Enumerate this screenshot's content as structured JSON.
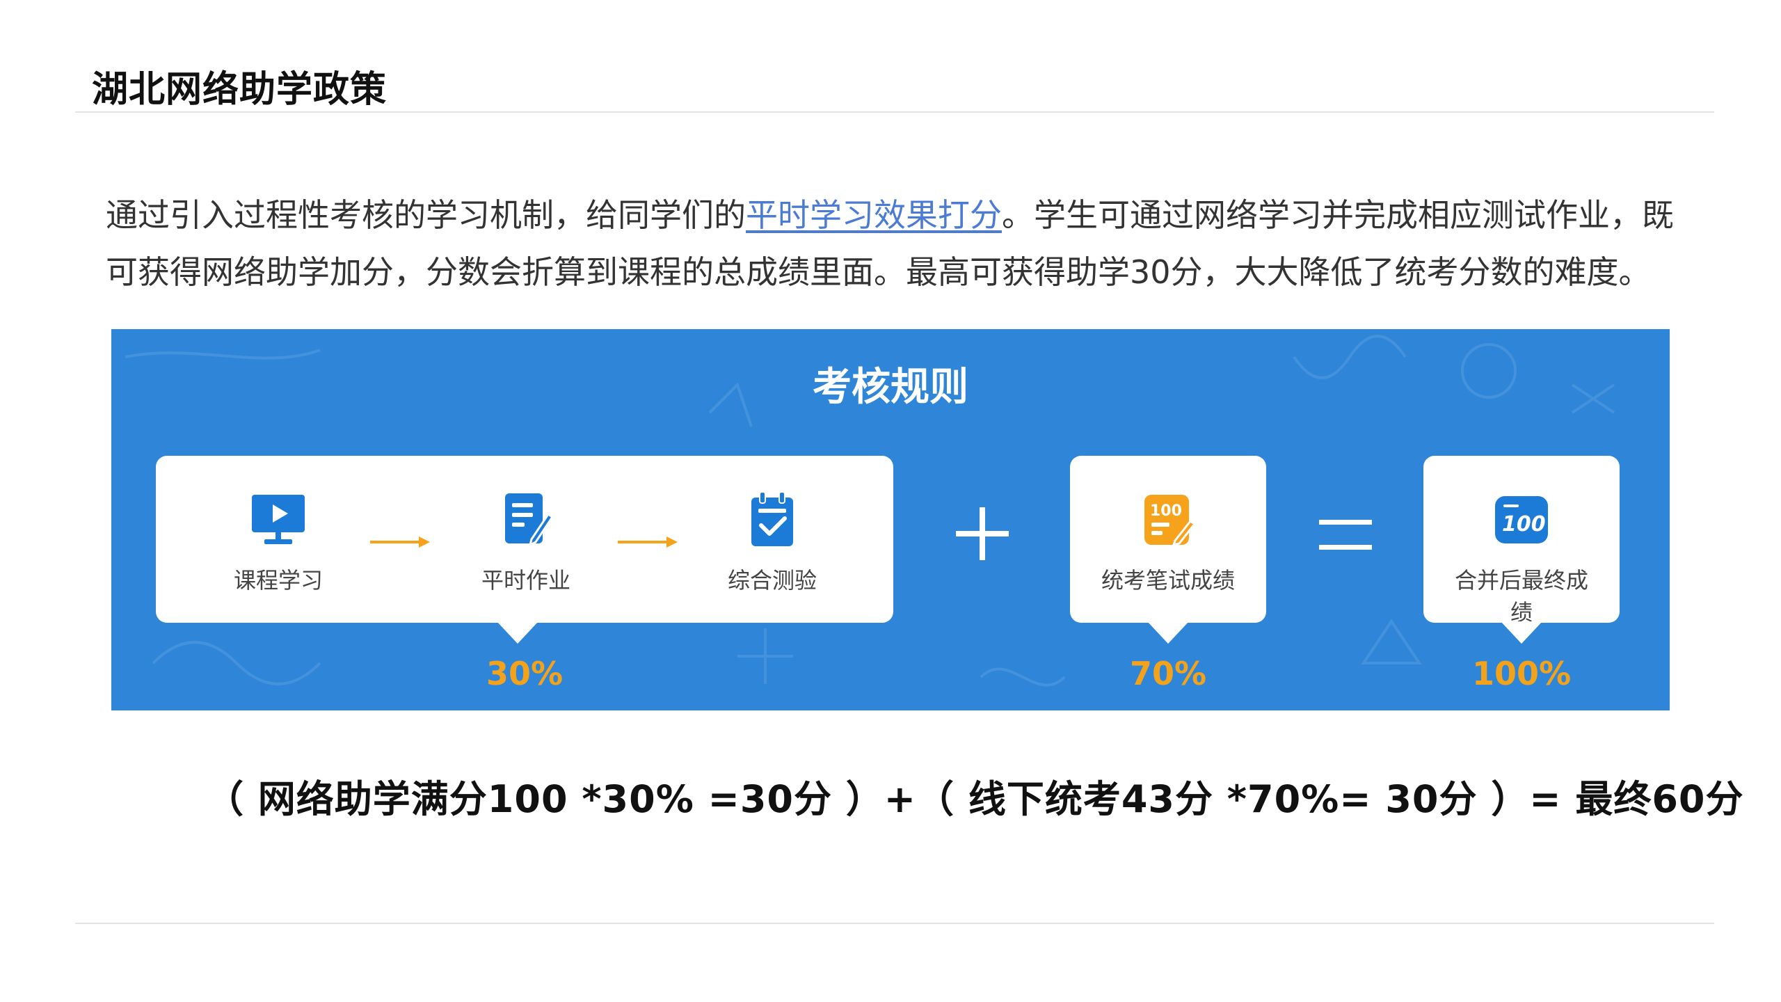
{
  "header": {
    "title": "湖北网络助学政策"
  },
  "intro": {
    "line1_before": "通过引入过程性考核的学习机制，给同学们的",
    "line1_link": "平时学习效果打分",
    "line1_after": "。学生可通过网络学习并完成相应测试作业，既",
    "line2": "可获得网络助学加分，分数会折算到课程的总成绩里面。最高可获得助学30分，大大降低了统考分数的难度。"
  },
  "banner": {
    "title": "考核规则",
    "steps": [
      {
        "label": "课程学习",
        "icon": "video-lesson-icon"
      },
      {
        "label": "平时作业",
        "icon": "homework-icon"
      },
      {
        "label": "综合测验",
        "icon": "clipboard-check-icon"
      },
      {
        "label": "统考笔试成绩",
        "icon": "score-100-icon"
      },
      {
        "label": "合并后最终成绩",
        "icon": "final-score-100-icon"
      }
    ],
    "plus_symbol": "+",
    "equals_symbol": "=",
    "percentages": [
      "30%",
      "70%",
      "100%"
    ],
    "colors": {
      "background": "#2f86d8",
      "icon_blue": "#1b7bd6",
      "icon_orange": "#f7a21b",
      "percent": "#f2a21b"
    }
  },
  "formula": {
    "text": "（ 网络助学满分100 *30% =30分 ）+（ 线下统考43分 *70%= 30分 ）= 最终60分"
  }
}
